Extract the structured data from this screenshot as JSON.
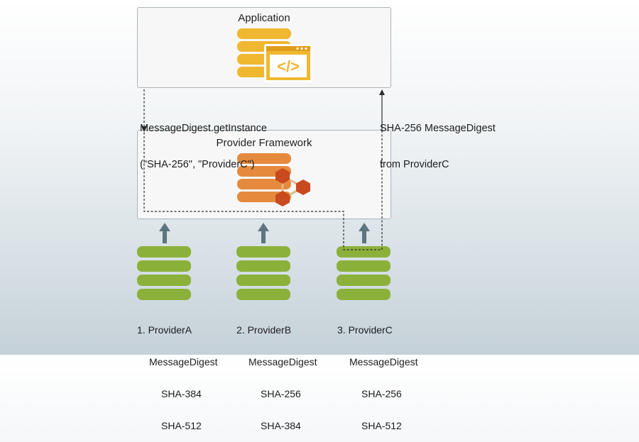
{
  "application": {
    "title": "Application"
  },
  "framework": {
    "title": "Provider Framework"
  },
  "request": {
    "line1": "MessageDigest.getInstance",
    "line2": "(\"SHA-256\", \"ProviderC\")"
  },
  "response": {
    "line1": "SHA-256 MessageDigest",
    "line2": "from ProviderC"
  },
  "providers": [
    {
      "name": "1. ProviderA",
      "service": "MessageDigest",
      "algorithms": [
        "SHA-384",
        "SHA-512"
      ]
    },
    {
      "name": "2. ProviderB",
      "service": "MessageDigest",
      "algorithms": [
        "SHA-256",
        "SHA-384"
      ]
    },
    {
      "name": "3. ProviderC",
      "service": "MessageDigest",
      "algorithms": [
        "SHA-256",
        "SHA-512"
      ]
    }
  ],
  "colors": {
    "app_stack": "#f0b830",
    "framework_stack": "#e58a3c",
    "hex_nodes": "#c84a1e",
    "provider_stack": "#8cb13a",
    "arrow": "#5d7580"
  }
}
